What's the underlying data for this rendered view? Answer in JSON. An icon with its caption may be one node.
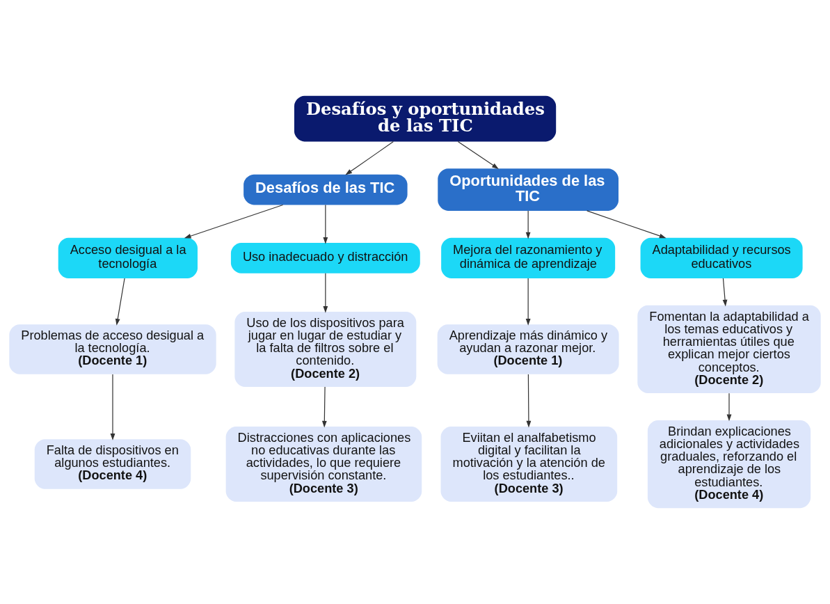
{
  "diagram": {
    "nodes": [
      {
        "text": [
          "Desafíos y oportunidades de las TIC"
        ]
      },
      {
        "text": [
          "Desafíos de las TIC"
        ]
      },
      {
        "text": [
          "Oportunidades de las TIC"
        ]
      },
      {
        "text": [
          "Acceso desigual a la tecnología"
        ]
      },
      {
        "text": [
          "Uso inadecuado y distracción"
        ]
      },
      {
        "text": [
          "Mejora del razonamiento y dinámica de aprendizaje"
        ]
      },
      {
        "text": [
          "Adaptabilidad y recursos educativos"
        ]
      },
      {
        "text": [
          "Problemas de acceso desigual a la tecnología.",
          "(Docente 1)"
        ]
      },
      {
        "text": [
          "Falta de dispositivos en algunos estudiantes.",
          "(Docente 4)"
        ]
      },
      {
        "text": [
          "Uso de los dispositivos para jugar en lugar de estudiar y la falta de filtros sobre el contenido.",
          "(Docente 2)"
        ]
      },
      {
        "text": [
          "Distracciones con aplicaciones no educativas durante las actividades, lo que requiere supervisión constante.",
          "(Docente 3)"
        ]
      },
      {
        "text": [
          "Aprendizaje más dinámico y ayudan a razonar mejor.",
          "(Docente 1)"
        ]
      },
      {
        "text": [
          "Eviitan el analfabetismo digital y facilitan la motivación y la atención de los estudiantes..",
          "(Docente 3)"
        ]
      },
      {
        "text": [
          "Fomentan la adaptabilidad a los temas educativos y herramientas útiles que explican mejor ciertos conceptos.",
          "(Docente 2)"
        ]
      },
      {
        "text": [
          "Brindan explicaciones adicionales y actividades graduales, reforzando el aprendizaje de los estudiantes.",
          "(Docente 4)"
        ]
      }
    ],
    "edges": [
      {
        "from": 0,
        "to": 1,
        "arrow": "to"
      },
      {
        "from": 0,
        "to": 2,
        "arrow": "to"
      },
      {
        "from": 1,
        "to": 3,
        "arrow": "to"
      },
      {
        "from": 1,
        "to": 4,
        "arrow": "to"
      },
      {
        "from": 2,
        "to": 5,
        "arrow": "to"
      },
      {
        "from": 2,
        "to": 6,
        "arrow": "to"
      },
      {
        "from": 3,
        "to": 7,
        "arrow": "to"
      },
      {
        "from": 7,
        "to": 8,
        "arrow": "to"
      },
      {
        "from": 4,
        "to": 9,
        "arrow": "to"
      },
      {
        "from": 9,
        "to": 10,
        "arrow": "to"
      },
      {
        "from": 5,
        "to": 11,
        "arrow": "to"
      },
      {
        "from": 11,
        "to": 12,
        "arrow": "to"
      },
      {
        "from": 6,
        "to": 13,
        "arrow": "to"
      },
      {
        "from": 13,
        "to": 14,
        "arrow": "to"
      }
    ]
  }
}
